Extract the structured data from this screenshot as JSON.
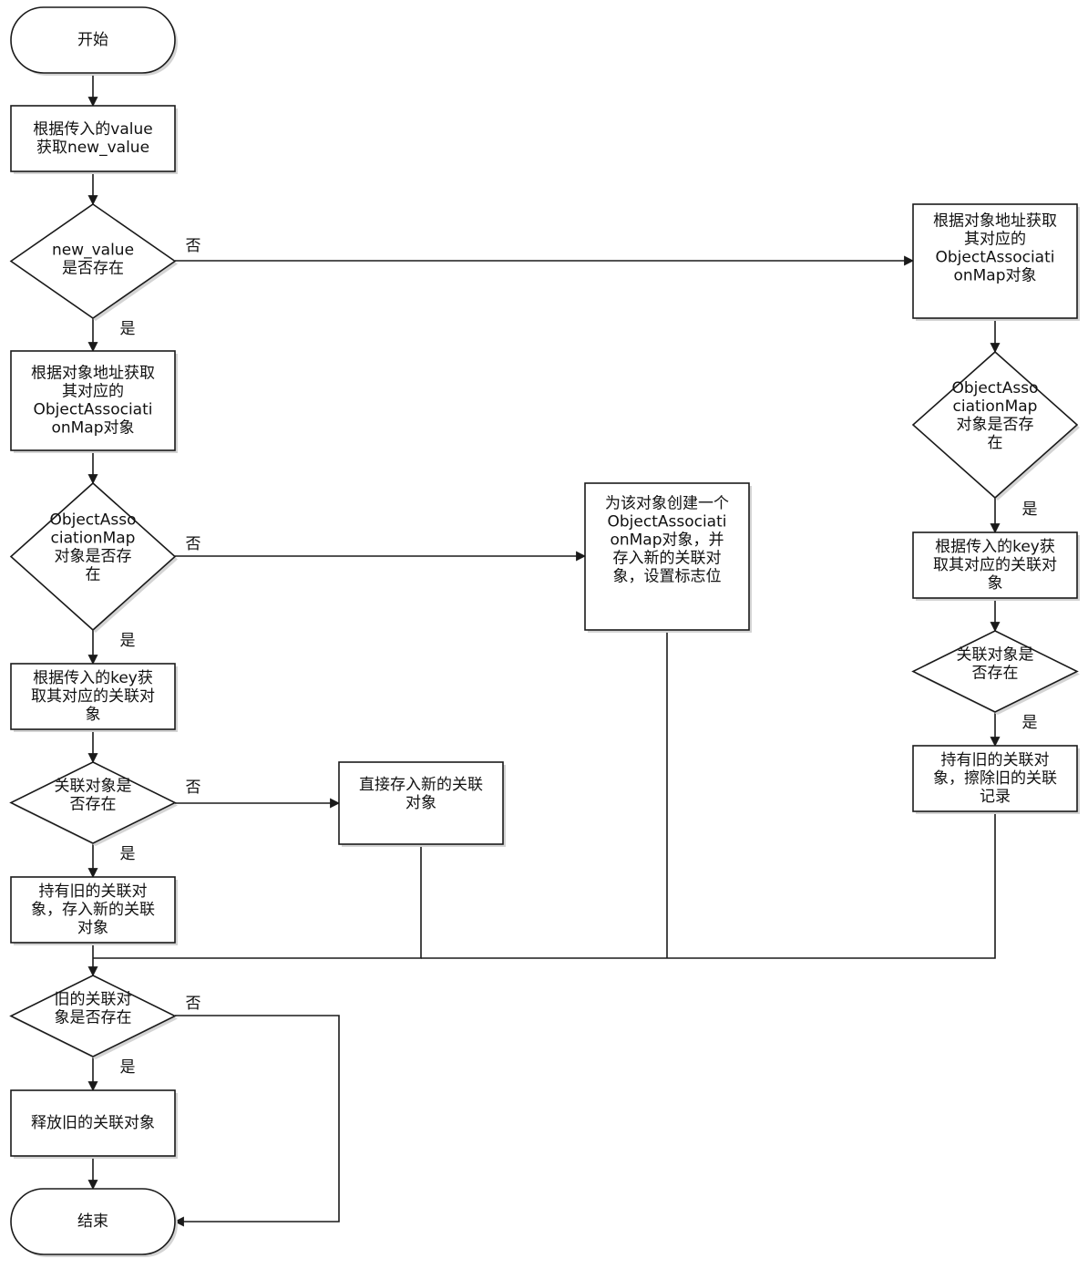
{
  "diagram": {
    "nodes": {
      "start": {
        "lines": [
          "开始"
        ],
        "shape": "terminal"
      },
      "get_new_value": {
        "lines": [
          "根据传入的value",
          "获取new_value"
        ],
        "shape": "process"
      },
      "new_value_exists": {
        "lines": [
          "new_value",
          "是否存在"
        ],
        "shape": "decision"
      },
      "get_map_left": {
        "lines": [
          "根据对象地址获取",
          "其对应的",
          "ObjectAssociati",
          "onMap对象"
        ],
        "shape": "process"
      },
      "map_exists_left": {
        "lines": [
          "ObjectAsso",
          "ciationMap",
          "对象是否存",
          "在"
        ],
        "shape": "decision"
      },
      "get_assoc_by_key_left": {
        "lines": [
          "根据传入的key获",
          "取其对应的关联对",
          "象"
        ],
        "shape": "process"
      },
      "assoc_exists_left": {
        "lines": [
          "关联对象是",
          "否存在"
        ],
        "shape": "decision"
      },
      "hold_old_store_new": {
        "lines": [
          "持有旧的关联对",
          "象，存入新的关联",
          "对象"
        ],
        "shape": "process"
      },
      "store_new_direct": {
        "lines": [
          "直接存入新的关联",
          "对象"
        ],
        "shape": "process"
      },
      "create_map": {
        "lines": [
          "为该对象创建一个",
          "ObjectAssociati",
          "onMap对象，并",
          "存入新的关联对",
          "象，设置标志位"
        ],
        "shape": "process"
      },
      "get_map_right": {
        "lines": [
          "根据对象地址获取",
          "其对应的",
          "ObjectAssociati",
          "onMap对象"
        ],
        "shape": "process"
      },
      "map_exists_right": {
        "lines": [
          "ObjectAsso",
          "ciationMap",
          "对象是否存",
          "在"
        ],
        "shape": "decision"
      },
      "get_assoc_by_key_right": {
        "lines": [
          "根据传入的key获",
          "取其对应的关联对",
          "象"
        ],
        "shape": "process"
      },
      "assoc_exists_right": {
        "lines": [
          "关联对象是",
          "否存在"
        ],
        "shape": "decision"
      },
      "hold_old_erase": {
        "lines": [
          "持有旧的关联对",
          "象，擦除旧的关联",
          "记录"
        ],
        "shape": "process"
      },
      "old_exists": {
        "lines": [
          "旧的关联对",
          "象是否存在"
        ],
        "shape": "decision"
      },
      "release_old": {
        "lines": [
          "释放旧的关联对象"
        ],
        "shape": "process"
      },
      "end": {
        "lines": [
          "结束"
        ],
        "shape": "terminal"
      }
    },
    "edge_labels": {
      "new_value_no": "否",
      "new_value_yes": "是",
      "map_left_no": "否",
      "map_left_yes": "是",
      "assoc_left_no": "否",
      "assoc_left_yes": "是",
      "map_right_yes": "是",
      "assoc_right_yes": "是",
      "old_no": "否",
      "old_yes": "是"
    }
  }
}
